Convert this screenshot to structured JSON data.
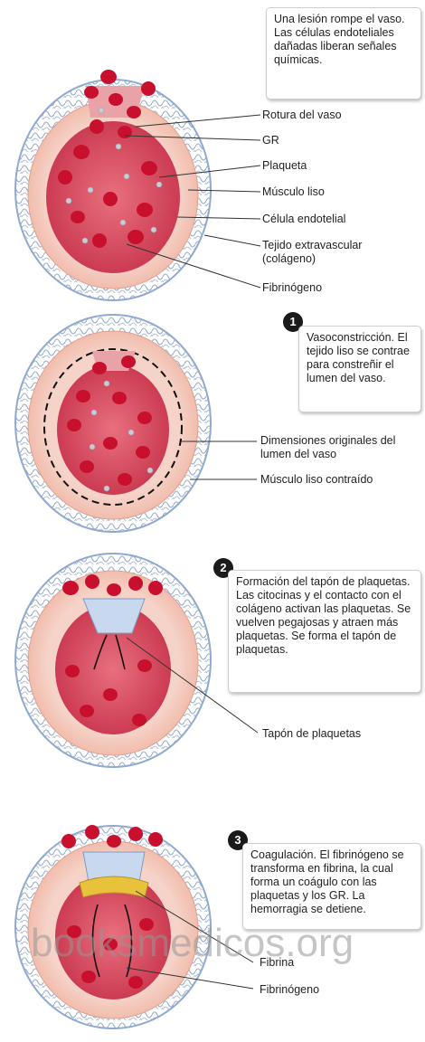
{
  "panels": [
    {
      "step": "",
      "callout": "Una lesión rompe el vaso. Las células endoteliales dañadas liberan señales químicas.",
      "labels": [
        "Rotura del vaso",
        "GR",
        "Plaqueta",
        "Músculo liso",
        "Célula endotelial",
        "Tejido extravascular (colágeno)",
        "Fibrinógeno"
      ]
    },
    {
      "step": "1",
      "callout": "Vasoconstricción. El tejido liso se contrae para constreñir el lumen del vaso.",
      "labels": [
        "Dimensiones originales del lumen del vaso",
        "Músculo liso contraído"
      ]
    },
    {
      "step": "2",
      "callout": "Formación del tapón de plaquetas. Las citocinas y el contacto con el colágeno activan las plaquetas. Se vuelven pegajosas y atraen más plaquetas. Se forma el tapón de plaquetas.",
      "labels": [
        "Tapón de plaquetas"
      ]
    },
    {
      "step": "3",
      "callout": "Coagulación. El fibrinógeno se transforma en fibrina, la cual forma un coágulo con las plaquetas y los GR. La hemorragia se detiene.",
      "labels": [
        "Fibrina",
        "Fibrinógeno"
      ]
    }
  ],
  "watermark": "booksmedicos.org",
  "colors": {
    "collagen": "#8fa9cf",
    "muscle": "#f3c3b4",
    "lumen": "#d9485f",
    "rbc": "#c8102e",
    "platelet": "#c9ccd3",
    "fibrin": "#e8c23a"
  }
}
